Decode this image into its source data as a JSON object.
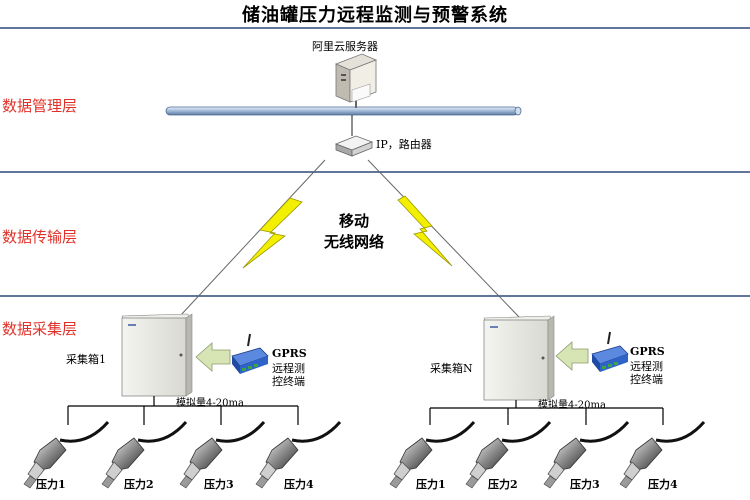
{
  "title": "储油罐压力远程监测与预警系统",
  "layers": {
    "management": "数据管理层",
    "transmission": "数据传输层",
    "collection": "数据采集层"
  },
  "server_label": "阿里云服务器",
  "router_label": "IP，路由器",
  "network_label_line1": "移动",
  "network_label_line2": "无线网络",
  "stations": [
    {
      "box_label": "采集箱1",
      "gprs_line1": "GPRS",
      "gprs_line2": "远程测",
      "gprs_line3": "控终端",
      "bus_label": "模拟量4-20ma",
      "sensors": [
        "压力1",
        "压力2",
        "压力3",
        "压力4"
      ]
    },
    {
      "box_label": "采集箱N",
      "gprs_line1": "GPRS",
      "gprs_line2": "远程测",
      "gprs_line3": "控终端",
      "bus_label": "模拟量4-20ma",
      "sensors": [
        "压力1",
        "压力2",
        "压力3",
        "压力4"
      ]
    }
  ],
  "colors": {
    "layer_label": "#e0322a",
    "layer_divider": "#2c4a7a",
    "bus_pipe": "#9fb7d6",
    "lightning": "#f2f000",
    "gprs_unit": "#2f63c8",
    "arrow_fill": "#d7e4b4"
  },
  "icons": {
    "server": "server-icon",
    "router": "router-icon",
    "lightning": "lightning-icon",
    "antenna": "antenna-icon",
    "sensor": "pressure-sensor-icon"
  }
}
